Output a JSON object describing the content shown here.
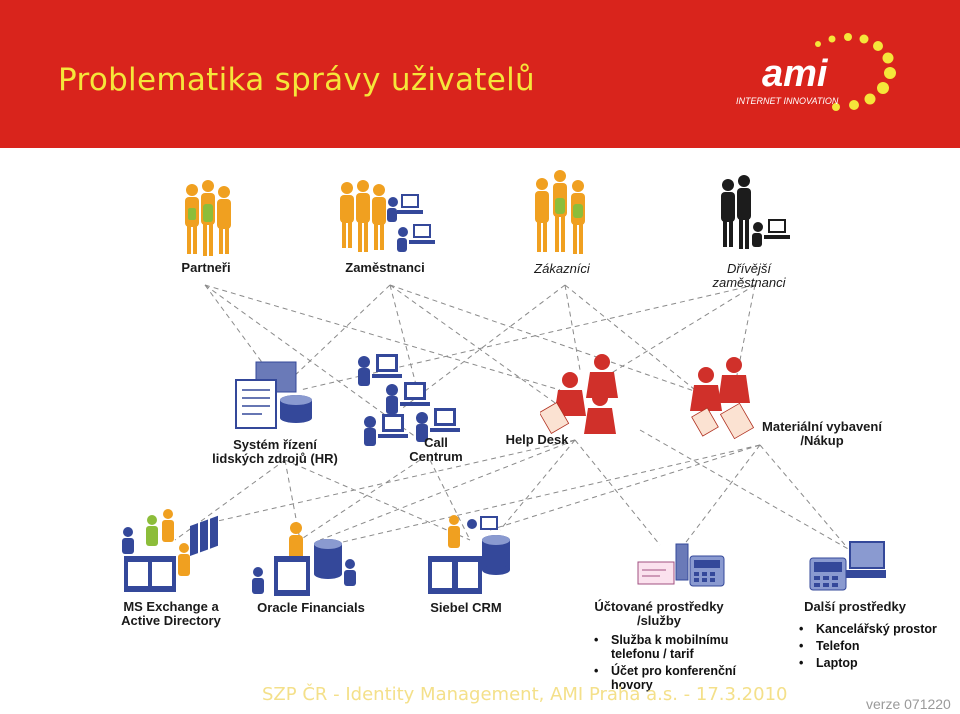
{
  "title": "Problematika správy uživatelů",
  "logo": {
    "brand": "ami",
    "tagline": "INTERNET INNOVATION"
  },
  "row1": {
    "partners": "Partneři",
    "employees": "Zaměstnanci",
    "customers": "Zákazníci",
    "former_line1": "Dřívější",
    "former_line2": "zaměstnanci"
  },
  "row2": {
    "hr_line1": "Systém řízení",
    "hr_line2": "lidských zdrojů (HR)",
    "call_line1": "Call",
    "call_line2": "Centrum",
    "helpdesk": "Help Desk",
    "material_line1": "Materiální vybavení",
    "material_line2": "/Nákup"
  },
  "row3": {
    "exchange_line1": "MS Exchange a",
    "exchange_line2": "Active Directory",
    "oracle": "Oracle Financials",
    "siebel": "Siebel CRM",
    "billing_line1": "Účtované  prostředky",
    "billing_line2": "/služby",
    "billing_items": [
      "Služba k mobilnímu telefonu / tarif",
      "Účet pro konferenční hovory"
    ],
    "other_title": "Další prostředky",
    "other_items": [
      "Kancelářský prostor",
      "Telefon",
      "Laptop"
    ]
  },
  "footer": "SZP ČR - Identity Management, AMI Praha a.s. - 17.3.2010",
  "version": "verze 071220",
  "colors": {
    "header": "#d9241c",
    "title": "#f5e63a",
    "people": "#f0a020",
    "server": "#34489a",
    "helpdesk": "#d0302a",
    "line": "#8a8a8a"
  }
}
